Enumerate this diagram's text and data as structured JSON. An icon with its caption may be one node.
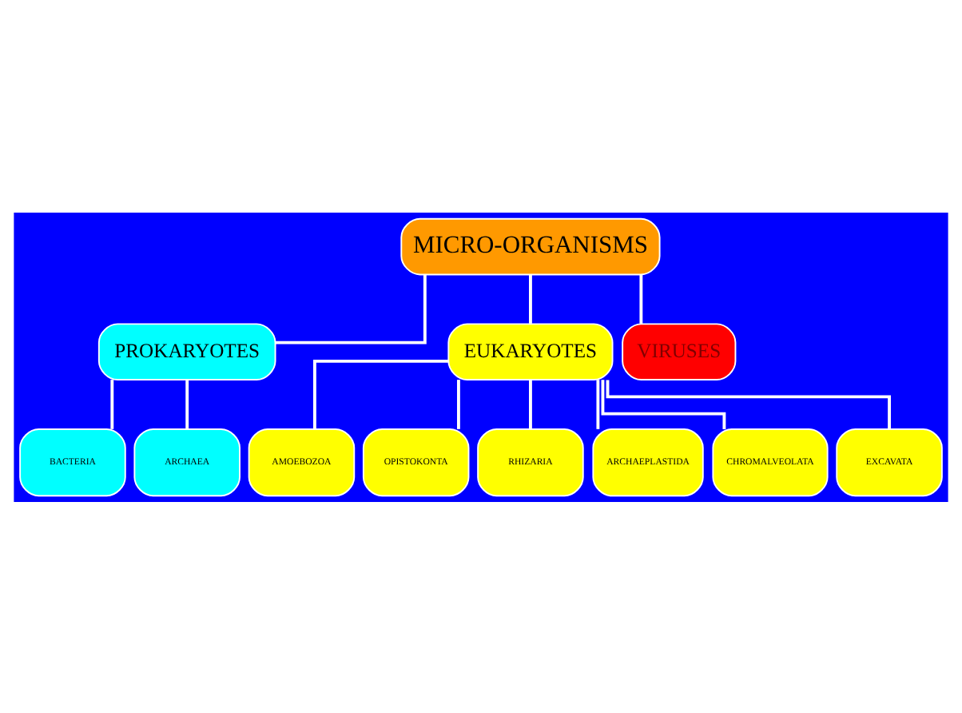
{
  "diagram": {
    "nodes": [
      {
        "text": [
          "MICRO-ORGANISMS"
        ]
      },
      {
        "text": [
          "PROKARYOTES"
        ]
      },
      {
        "text": [
          "EUKARYOTES"
        ]
      },
      {
        "text": [
          "VIRUSES"
        ]
      },
      {
        "text": [
          "BACTERIA"
        ]
      },
      {
        "text": [
          "ARCHAEA"
        ]
      },
      {
        "text": [
          "AMOEBOZOA"
        ]
      },
      {
        "text": [
          "OPISTOKONTA"
        ]
      },
      {
        "text": [
          "RHIZARIA"
        ]
      },
      {
        "text": [
          "ARCHAEPLASTIDA"
        ]
      },
      {
        "text": [
          "CHROMALVEOLATA"
        ]
      },
      {
        "text": [
          "EXCAVATA"
        ]
      }
    ],
    "edges": [
      {
        "from": 0,
        "to": 1,
        "arrow": "none"
      },
      {
        "from": 0,
        "to": 2,
        "arrow": "none"
      },
      {
        "from": 0,
        "to": 3,
        "arrow": "none"
      },
      {
        "from": 1,
        "to": 4,
        "arrow": "none"
      },
      {
        "from": 1,
        "to": 5,
        "arrow": "none"
      },
      {
        "from": 2,
        "to": 6,
        "arrow": "none"
      },
      {
        "from": 2,
        "to": 7,
        "arrow": "none"
      },
      {
        "from": 2,
        "to": 8,
        "arrow": "none"
      },
      {
        "from": 2,
        "to": 9,
        "arrow": "none"
      },
      {
        "from": 2,
        "to": 10,
        "arrow": "none"
      },
      {
        "from": 2,
        "to": 11,
        "arrow": "none"
      }
    ]
  }
}
